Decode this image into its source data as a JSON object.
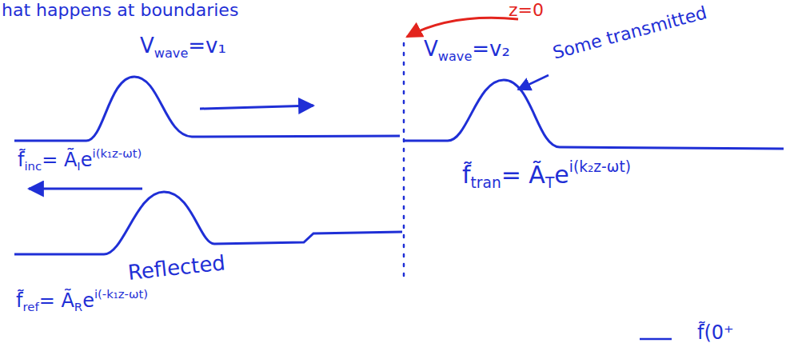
{
  "diagram": {
    "labels": [
      "hat happens at boundaries",
      "z=0",
      "V",
      "wave",
      "=v₁",
      "V",
      "wave",
      "=v₂",
      "Some transmitted",
      "f̃",
      "inc",
      "= Ã",
      "I",
      "e",
      "i(k₁z-ωt)",
      "f̃",
      "tran",
      "= Ã",
      "T",
      "e",
      "i(k₂z-ωt)",
      "Reflected",
      "f̃",
      "ref",
      "= Ã",
      "R",
      "e",
      "i(-k₁z-ωt)",
      "f̃(0⁺"
    ]
  }
}
